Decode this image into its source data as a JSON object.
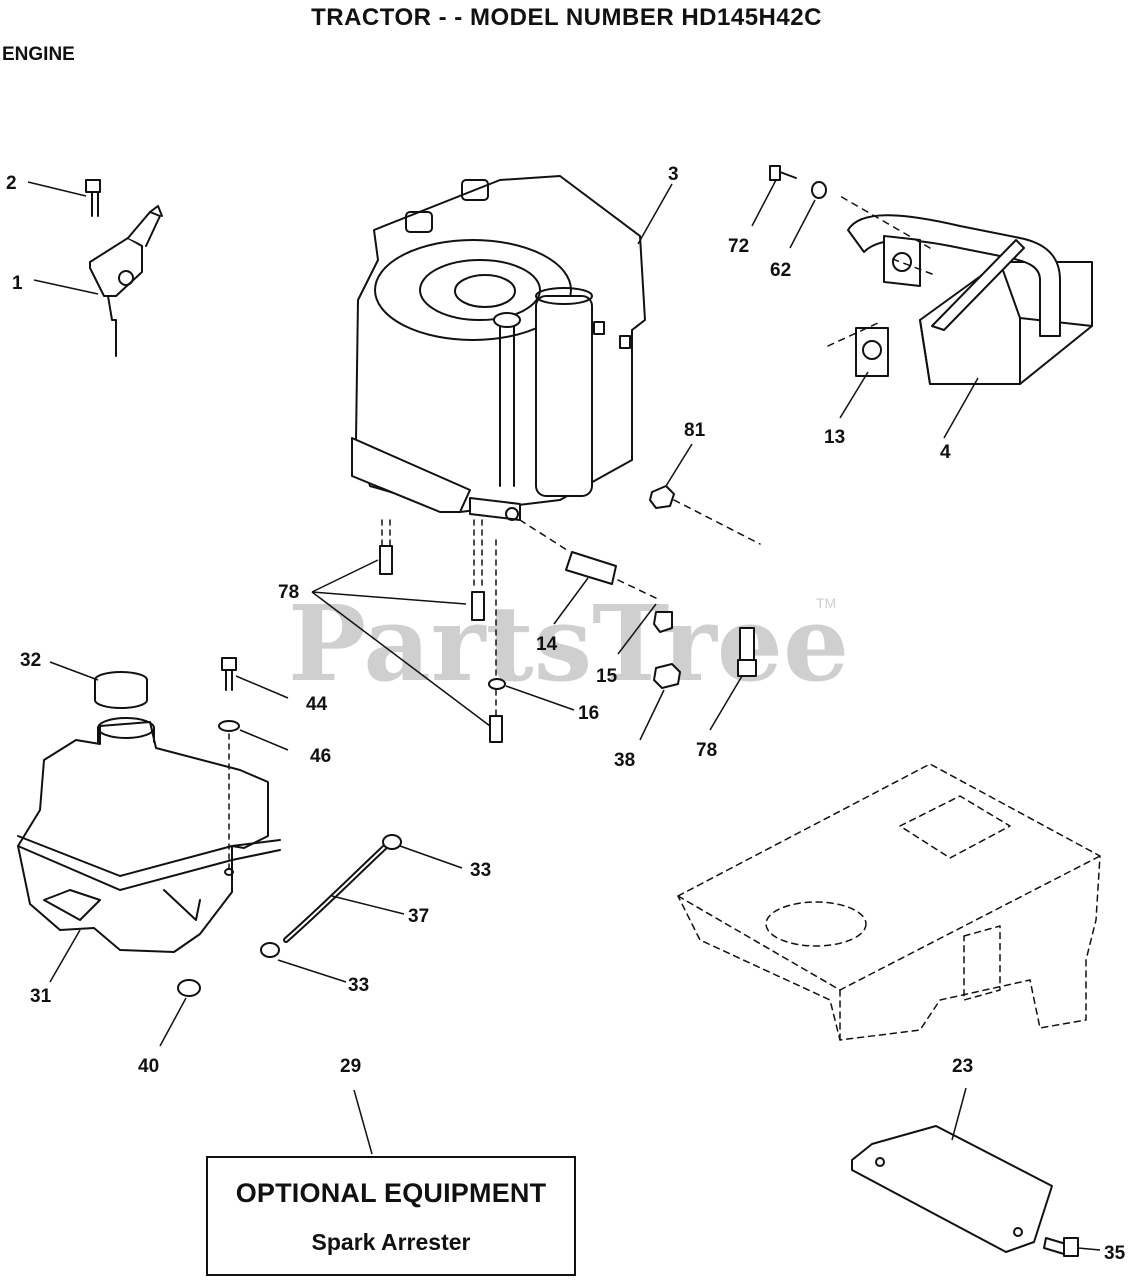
{
  "title": "TRACTOR - - MODEL NUMBER HD145H42C",
  "section": "ENGINE",
  "watermark": "PartsTree",
  "watermark_tm": "TM",
  "callouts": {
    "c1": "1",
    "c2": "2",
    "c3": "3",
    "c4": "4",
    "c13": "13",
    "c14": "14",
    "c15": "15",
    "c16": "16",
    "c23": "23",
    "c29": "29",
    "c31": "31",
    "c32": "32",
    "c33a": "33",
    "c33b": "33",
    "c35": "35",
    "c37": "37",
    "c38": "38",
    "c40": "40",
    "c44": "44",
    "c46": "46",
    "c62": "62",
    "c72": "72",
    "c78a": "78",
    "c78b": "78",
    "c81": "81"
  },
  "optional_box": {
    "title": "OPTIONAL EQUIPMENT",
    "item": "Spark Arrester"
  }
}
